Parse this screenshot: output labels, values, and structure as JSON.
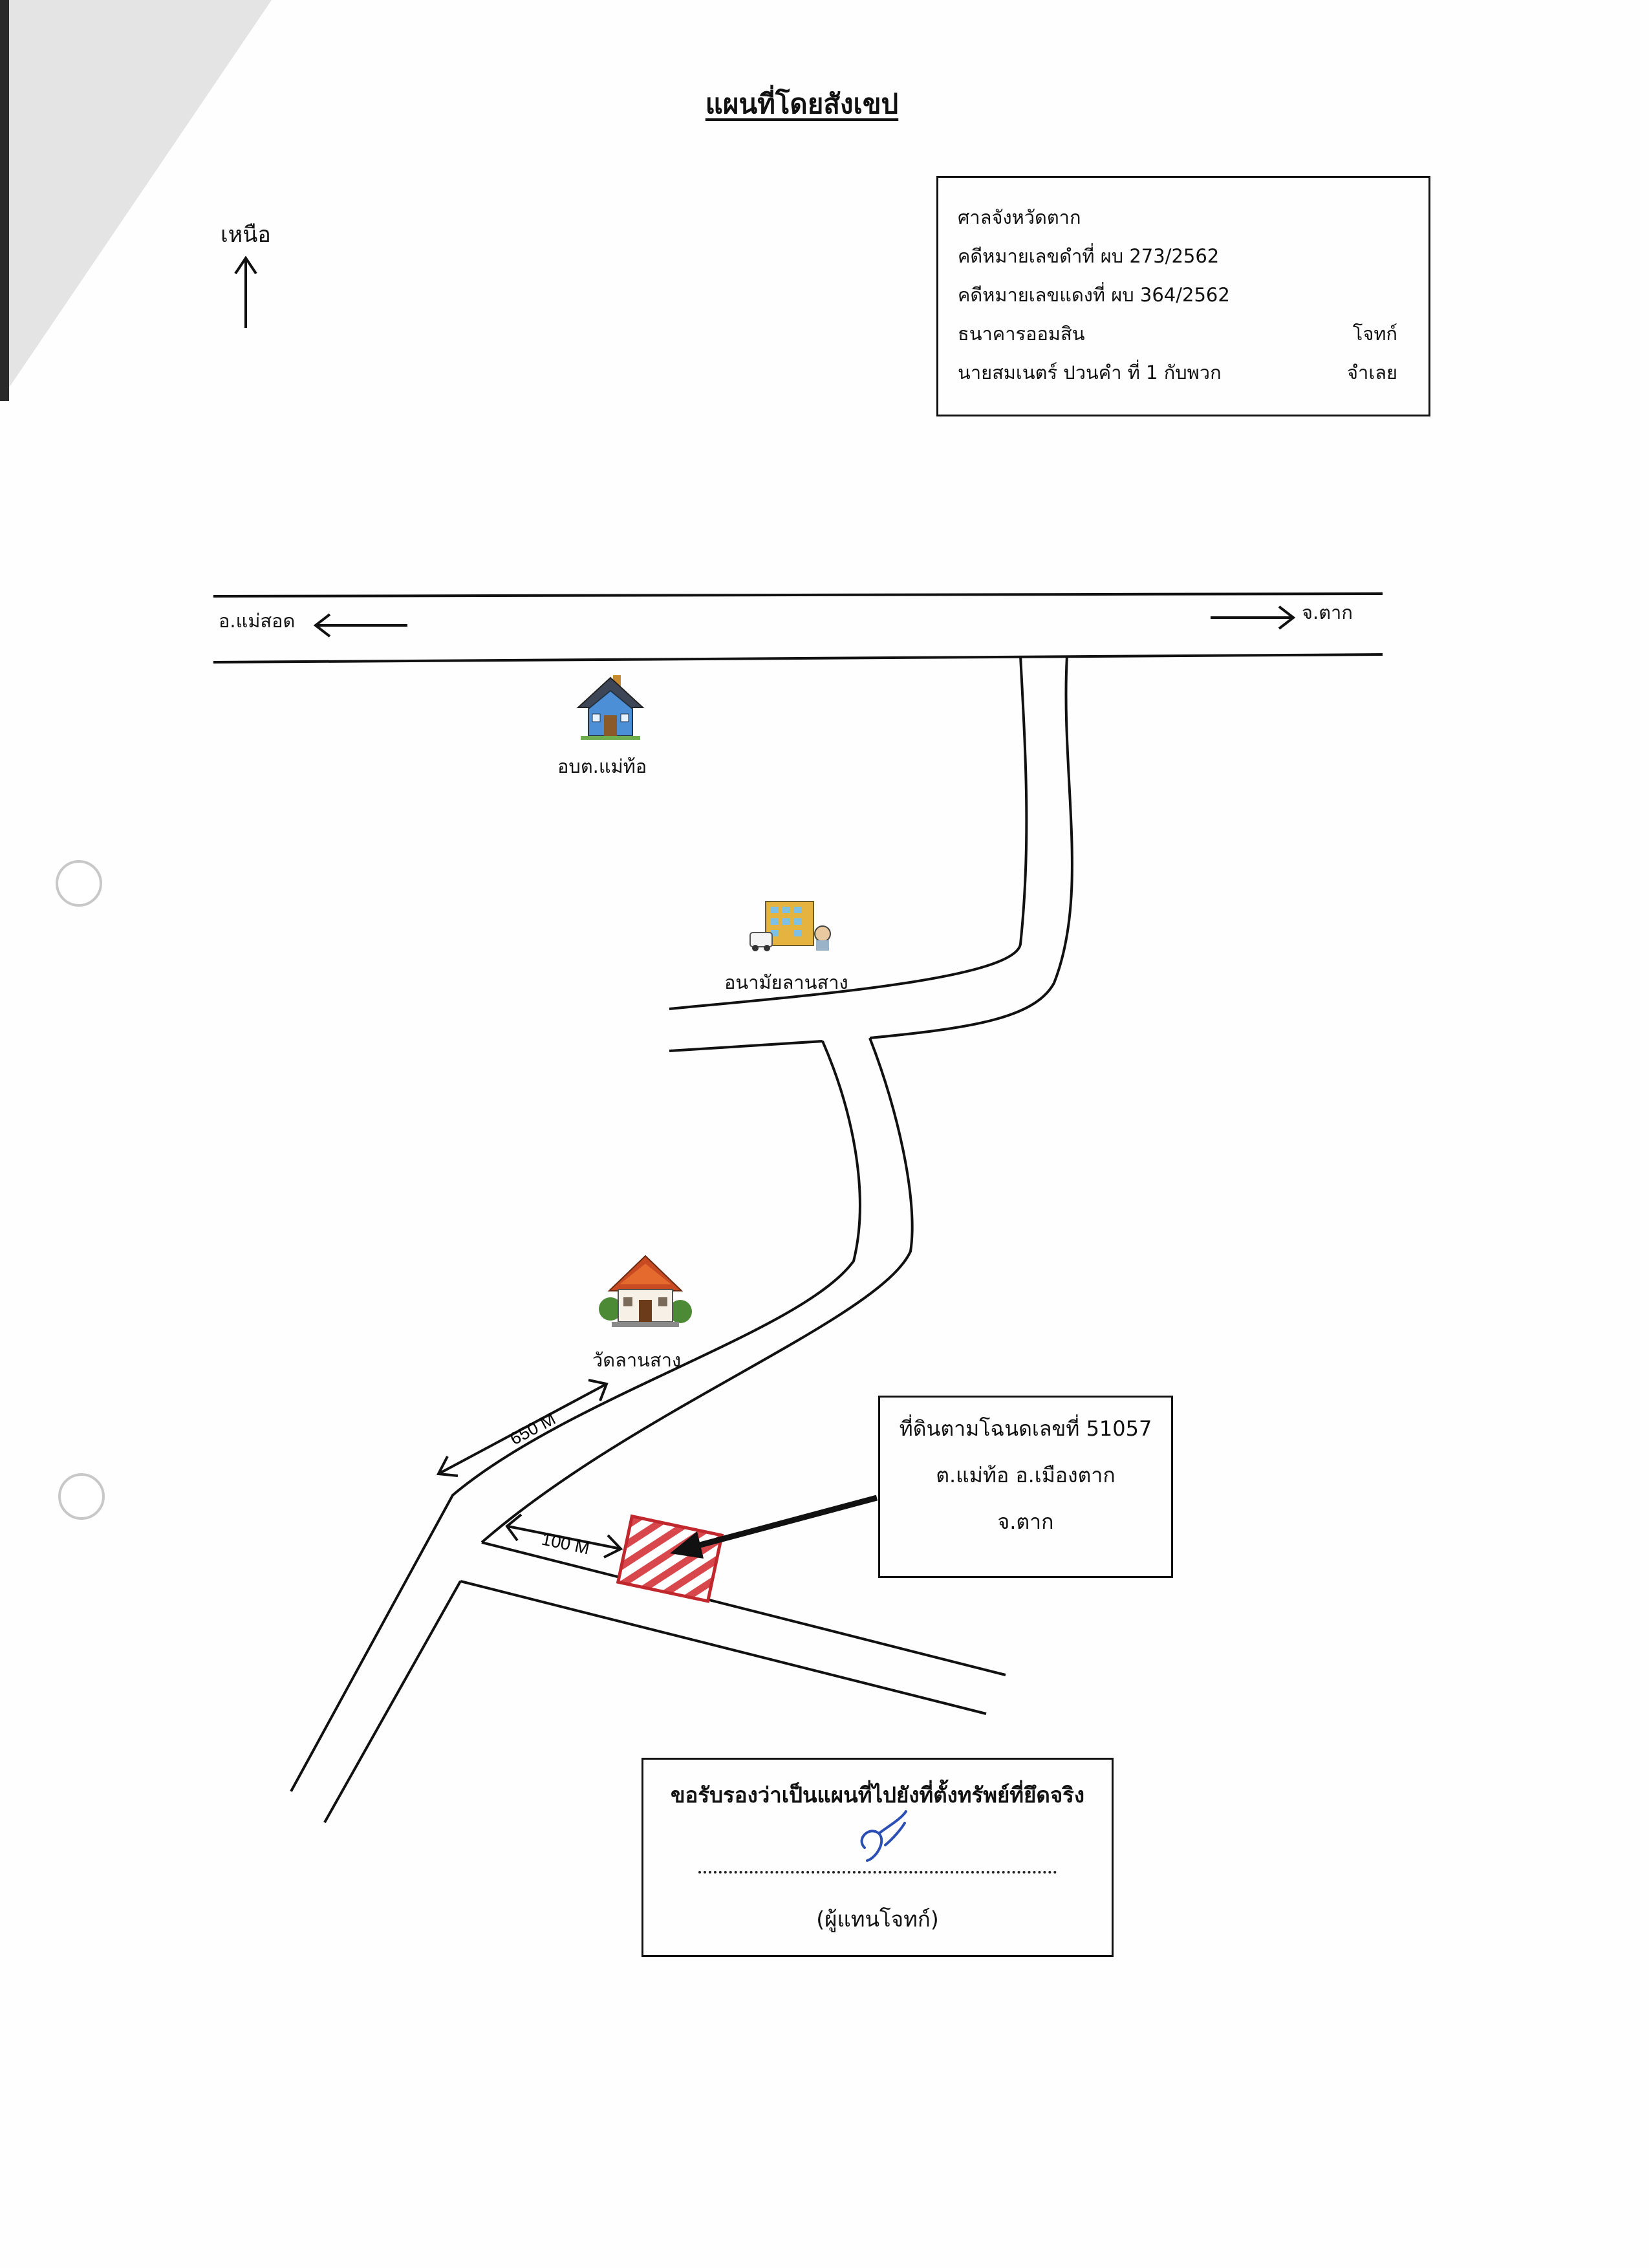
{
  "document": {
    "title": "แผนที่โดยสังเขป",
    "north_label": "เหนือ"
  },
  "case_box": {
    "court": "ศาลจังหวัดตาก",
    "black_case": "คดีหมายเลขดำที่ ผบ 273/2562",
    "red_case": "คดีหมายเลขแดงที่ ผบ 364/2562",
    "plaintiff": "ธนาคารออมสิน",
    "plaintiff_role": "โจทก์",
    "defendant": "นายสมเนตร์ ปวนคำ  ที่ 1 กับพวก",
    "defendant_role": "จำเลย"
  },
  "map": {
    "west_destination": "อ.แม่สอด",
    "east_destination": "จ.ตาก",
    "landmarks": [
      {
        "label": "อบต.แม่ท้อ",
        "icon": "government-office-icon"
      },
      {
        "label": "อนามัยลานสาง",
        "icon": "health-center-icon"
      },
      {
        "label": "วัดลานสาง",
        "icon": "temple-icon"
      }
    ],
    "distance_long": "650 M",
    "distance_short": "100 M"
  },
  "land_box": {
    "line1": "ที่ดินตามโฉนดเลขที่ 51057",
    "line2": "ต.แม่ท้อ  อ.เมืองตาก",
    "line3": "จ.ตาก"
  },
  "certification": {
    "statement": "ขอรับรองว่าเป็นแผนที่ไปยังที่ตั้งทรัพย์ที่ยึดจริง",
    "signer": "(ผู้แทนโจทก์)"
  },
  "colors": {
    "road_line": "#111111",
    "land_parcel_border": "#c0282e",
    "land_parcel_hatch": "#d8474c",
    "signature_ink": "#2b4fb5"
  }
}
